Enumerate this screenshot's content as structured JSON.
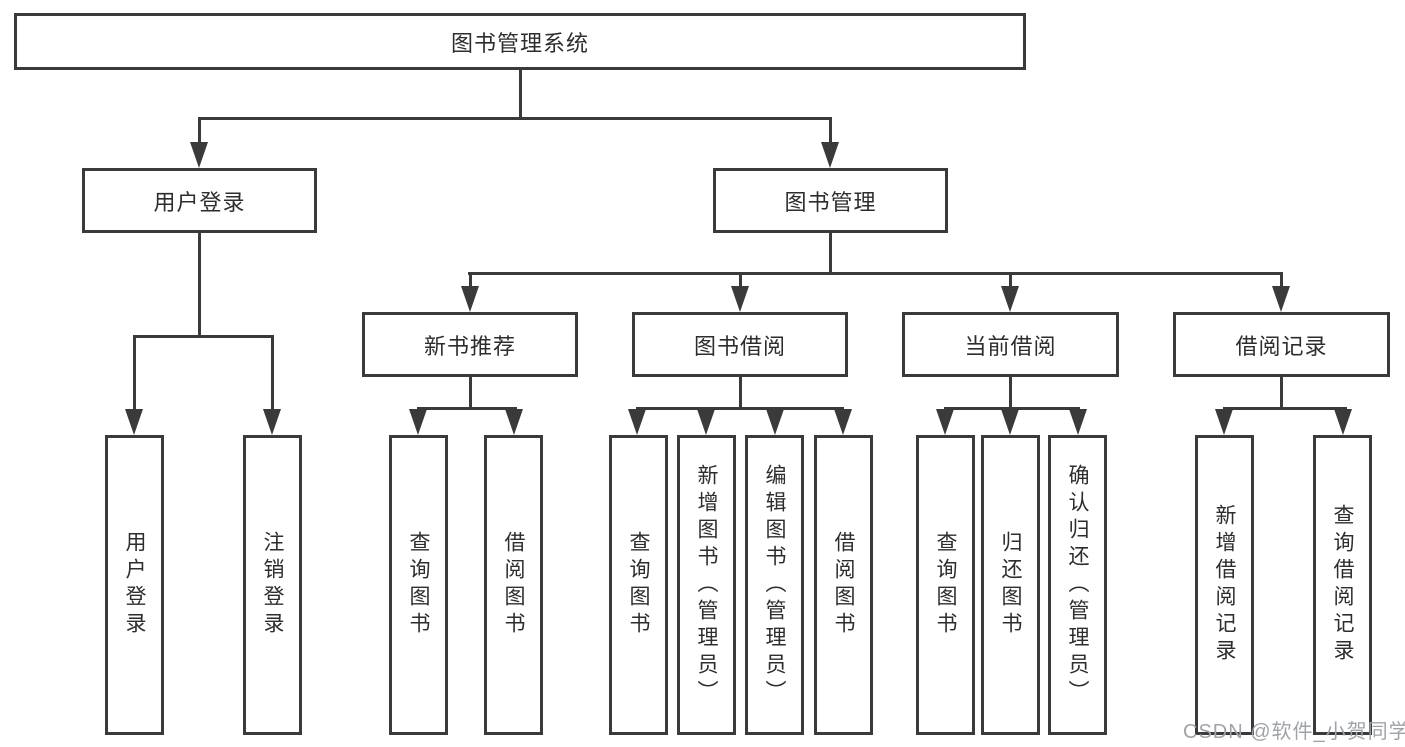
{
  "diagram": {
    "title": "图书管理系统",
    "root": {
      "label": "图书管理系统"
    },
    "level2": [
      {
        "label": "用户登录"
      },
      {
        "label": "图书管理"
      }
    ],
    "level3": [
      {
        "label": "新书推荐"
      },
      {
        "label": "图书借阅"
      },
      {
        "label": "当前借阅"
      },
      {
        "label": "借阅记录"
      }
    ],
    "leaves": [
      {
        "label": "用户登录"
      },
      {
        "label": "注销登录"
      },
      {
        "label": "查询图书"
      },
      {
        "label": "借阅图书"
      },
      {
        "label": "查询图书"
      },
      {
        "label": "新增图书（管理员）"
      },
      {
        "label": "编辑图书（管理员）"
      },
      {
        "label": "借阅图书"
      },
      {
        "label": "查询图书"
      },
      {
        "label": "归还图书"
      },
      {
        "label": "确认归还（管理员）"
      },
      {
        "label": "新增借阅记录"
      },
      {
        "label": "查询借阅记录"
      }
    ],
    "colors": {
      "line": "#3a3a3a",
      "text": "#2d2d2d",
      "background": "#ffffff",
      "watermark": "#9fa3a9"
    },
    "watermark": "CSDN @软件_小贺同学"
  }
}
